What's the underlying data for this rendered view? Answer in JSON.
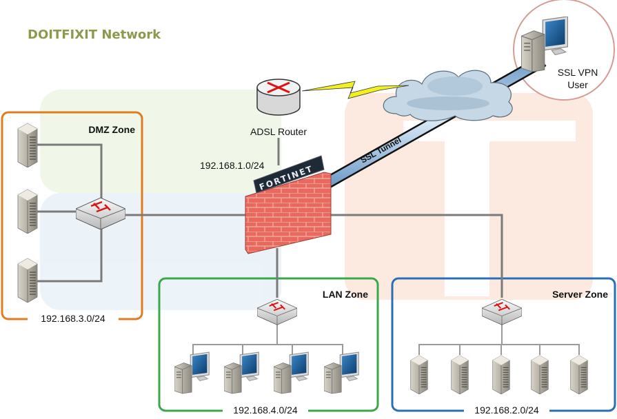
{
  "title": "DOITFIXIT Network",
  "colors": {
    "title": "#8c9a4c",
    "dmz_border": "#e07b1f",
    "lan_border": "#3aa84a",
    "server_border": "#2a6fb5",
    "vpn_circle": "#d49a94",
    "tunnel": "#9cc0e0",
    "firewall": "#e0645a"
  },
  "firewall": {
    "brand": "FORTINET"
  },
  "router": {
    "label": "ADSL Router",
    "subnet": "192.168.1.0/24",
    "icon": "router-icon"
  },
  "tunnel": {
    "label": "SSL Tunnel"
  },
  "vpn_user": {
    "label_line1": "SSL VPN",
    "label_line2": "User",
    "icon": "workstation-icon"
  },
  "zones": {
    "dmz": {
      "label": "DMZ Zone",
      "subnet": "192.168.3.0/24",
      "server_count": 3
    },
    "lan": {
      "label": "LAN Zone",
      "subnet": "192.168.4.0/24",
      "workstation_count": 4
    },
    "server": {
      "label": "Server Zone",
      "subnet": "192.168.2.0/24",
      "server_count": 5
    }
  }
}
